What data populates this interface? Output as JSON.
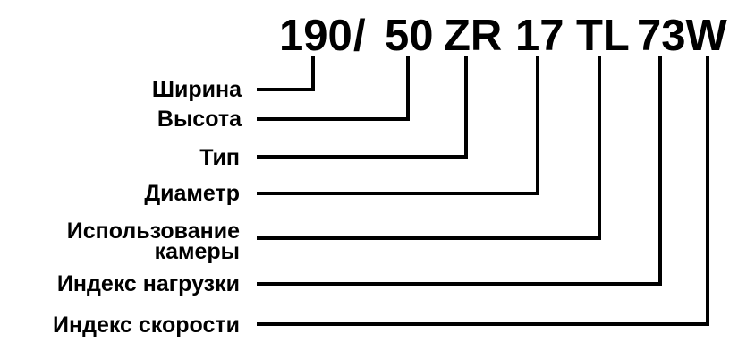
{
  "tire_code": {
    "parts": {
      "width": "190",
      "slash": "/",
      "height": "50",
      "type": "ZR",
      "diameter": "17",
      "tube": "TL",
      "load_speed": "73W"
    }
  },
  "labels": {
    "width": "Ширина",
    "height": "Высота",
    "type": "Тип",
    "diameter": "Диаметр",
    "tube_line1": "Использование",
    "tube_line2": "камеры",
    "load_index": "Индекс нагрузки",
    "speed_index": "Индекс скорости"
  },
  "colors": {
    "line": "#000000",
    "text": "#000000",
    "background": "#ffffff"
  }
}
